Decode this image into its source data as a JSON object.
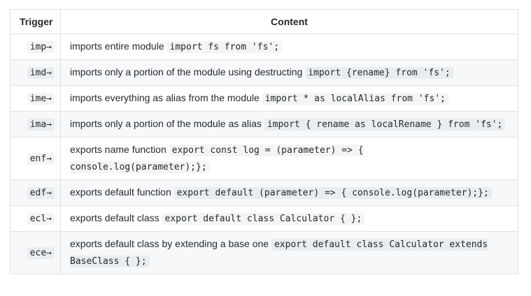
{
  "table": {
    "headers": {
      "trigger": "Trigger",
      "content": "Content"
    },
    "rows": [
      {
        "trigger": "imp→",
        "description": "imports entire module",
        "code": "import fs from 'fs';"
      },
      {
        "trigger": "imd→",
        "description": "imports only a portion of the module using destructing",
        "code": "import {rename} from 'fs';"
      },
      {
        "trigger": "ime→",
        "description": "imports everything as alias from the module",
        "code": "import * as localAlias from 'fs';"
      },
      {
        "trigger": "ima→",
        "description": "imports only a portion of the module as alias",
        "code": "import { rename as localRename } from 'fs';"
      },
      {
        "trigger": "enf→",
        "description": "exports name function",
        "code": "export const log = (parameter) => { console.log(parameter);};"
      },
      {
        "trigger": "edf→",
        "description": "exports default function",
        "code": "export default (parameter) => { console.log(parameter);};"
      },
      {
        "trigger": "ecl→",
        "description": "exports default class",
        "code": "export default class Calculator { };"
      },
      {
        "trigger": "ece→",
        "description": "exports default class by extending a base one",
        "code": "export default class Calculator extends BaseClass { };"
      }
    ]
  },
  "colors": {
    "text": "#24292e",
    "border": "#dfe2e5",
    "stripe_row_bg": "#f6f8fa",
    "code_bg": "rgba(27,31,35,0.05)"
  }
}
